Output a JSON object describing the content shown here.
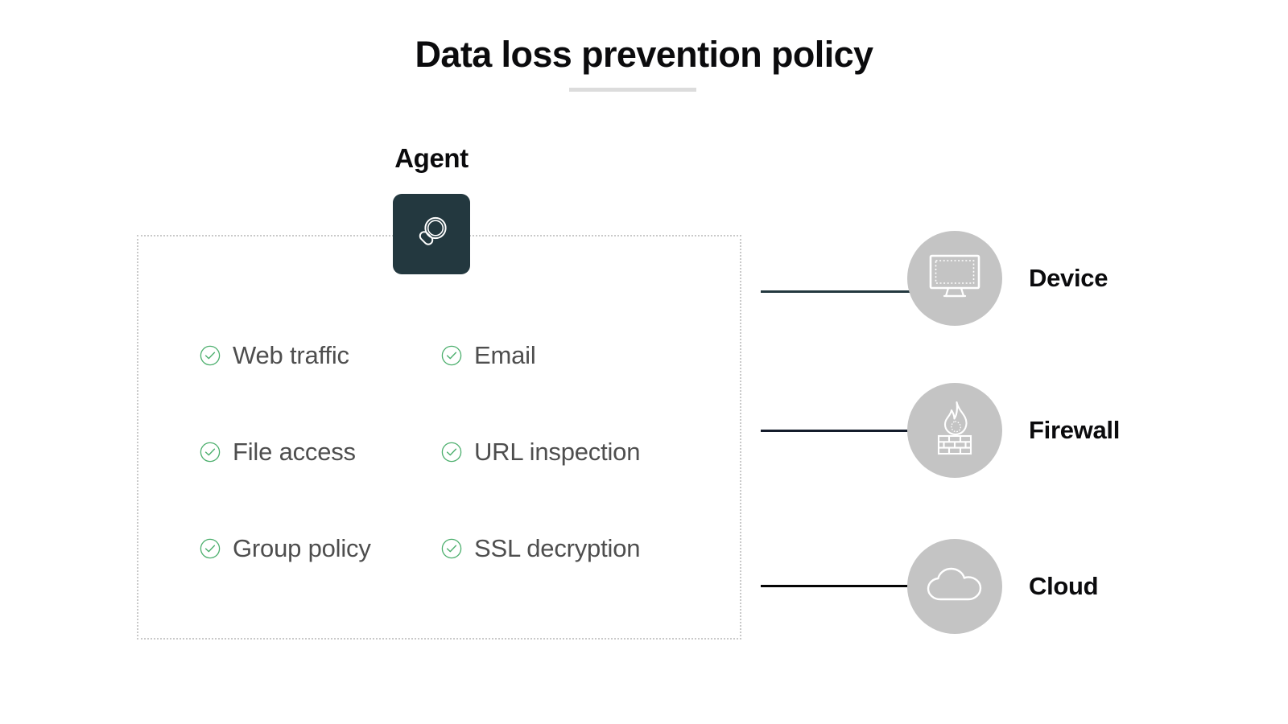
{
  "title": "Data loss prevention policy",
  "agent": {
    "label": "Agent",
    "icon": "magnifier-icon",
    "capabilities": [
      {
        "label": "Web traffic",
        "icon": "check-circle-icon",
        "checked": true
      },
      {
        "label": "Email",
        "icon": "check-circle-icon",
        "checked": true
      },
      {
        "label": "File access",
        "icon": "check-circle-icon",
        "checked": true
      },
      {
        "label": "URL inspection",
        "icon": "check-circle-icon",
        "checked": true
      },
      {
        "label": "Group policy",
        "icon": "check-circle-icon",
        "checked": true
      },
      {
        "label": "SSL decryption",
        "icon": "check-circle-icon",
        "checked": true
      }
    ]
  },
  "nodes": [
    {
      "label": "Device",
      "icon": "monitor-icon",
      "connector_color": "#23383f"
    },
    {
      "label": "Firewall",
      "icon": "firewall-icon",
      "connector_color": "#141c2b"
    },
    {
      "label": "Cloud",
      "icon": "cloud-icon",
      "connector_color": "#050505"
    }
  ],
  "colors": {
    "badge_background": "#23383f",
    "node_circle": "#c4c4c4",
    "check_green": "#4caf6d",
    "capability_text": "#4e4e4e",
    "title_rule": "#dcdcdc",
    "agent_border": "#c9c9c9"
  }
}
